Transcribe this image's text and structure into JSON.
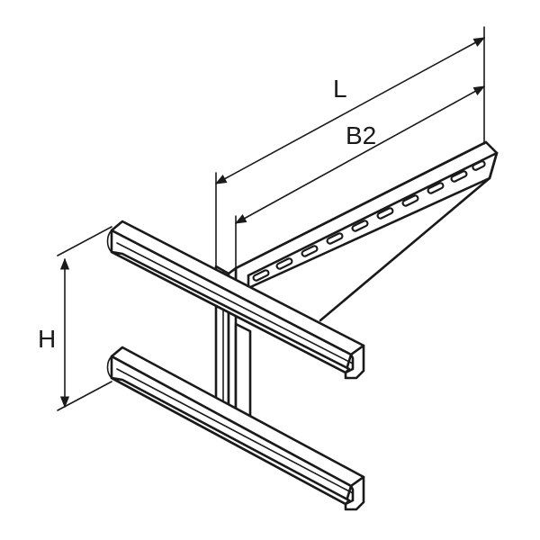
{
  "labels": {
    "length": "L",
    "width": "B2",
    "height": "H"
  },
  "colors": {
    "line": "#1a1a1a",
    "background": "#ffffff"
  }
}
